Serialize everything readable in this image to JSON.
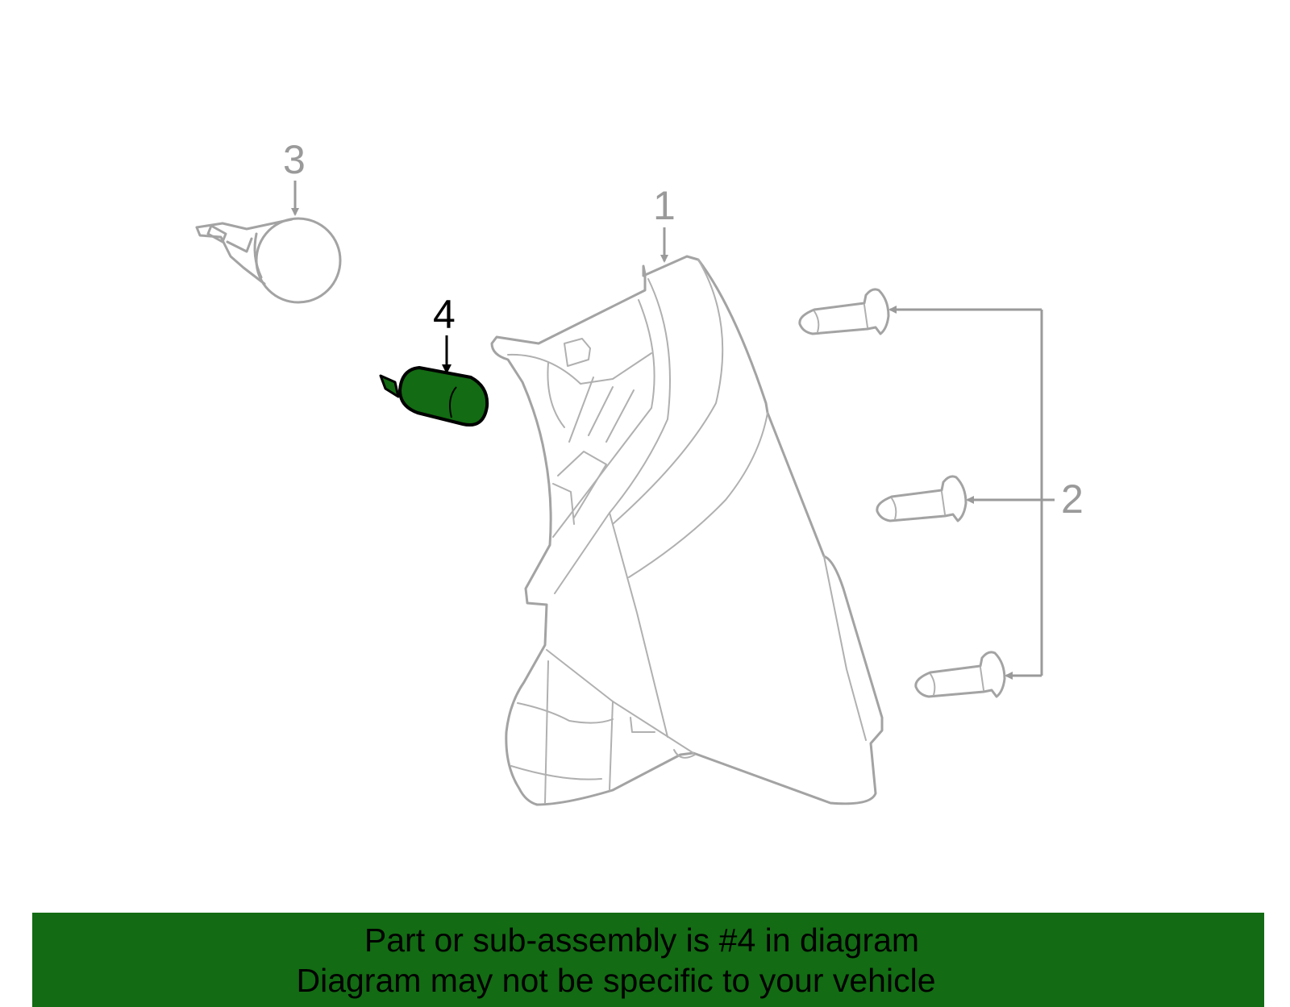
{
  "callouts": {
    "part_1": "1",
    "part_2": "2",
    "part_3": "3",
    "part_4": "4"
  },
  "highlight_part": "4",
  "colors": {
    "highlight": "#136b13",
    "line_art": "#a3a3a3",
    "banner": "#136b13",
    "banner_text": "#000000"
  },
  "banner": {
    "line_1": "Part or sub-assembly is #4 in diagram",
    "line_2": "Diagram may not be specific to your vehicle"
  }
}
